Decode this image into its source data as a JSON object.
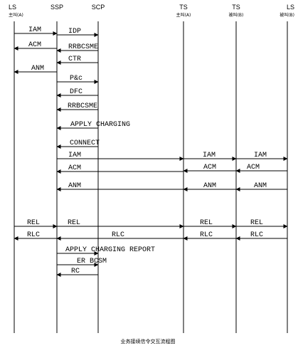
{
  "participants": [
    {
      "id": "ls1",
      "label": "LS",
      "sublabel": "主叫(A)"
    },
    {
      "id": "ssp",
      "label": "SSP",
      "sublabel": ""
    },
    {
      "id": "scp",
      "label": "SCP",
      "sublabel": ""
    },
    {
      "id": "ts1",
      "label": "TS",
      "sublabel": "主叫(A)"
    },
    {
      "id": "ts2",
      "label": "TS",
      "sublabel": "被叫(B)"
    },
    {
      "id": "ls2",
      "label": "LS",
      "sublabel": "被叫(B)"
    }
  ],
  "messages": [
    {
      "from": "ls1",
      "to": "ssp",
      "label": "IAM"
    },
    {
      "from": "ssp",
      "to": "scp",
      "label": "IDP"
    },
    {
      "from": "ssp",
      "to": "ls1",
      "label": "ACM"
    },
    {
      "from": "scp",
      "to": "ssp",
      "label": "RRBCSME"
    },
    {
      "from": "scp",
      "to": "ssp",
      "label": "CTR"
    },
    {
      "from": "ssp",
      "to": "ls1",
      "label": "ANM"
    },
    {
      "from": "ssp",
      "to": "scp",
      "label": "P&c"
    },
    {
      "from": "scp",
      "to": "ssp",
      "label": "DFC"
    },
    {
      "from": "scp",
      "to": "ssp",
      "label": "RRBCSME"
    },
    {
      "from": "scp",
      "to": "ssp",
      "label": "APPLY CHARGING"
    },
    {
      "from": "scp",
      "to": "ssp",
      "label": "CONNECT"
    },
    {
      "from": "ssp",
      "to": "ts1",
      "label": "IAM"
    },
    {
      "from": "ts1",
      "to": "ts2",
      "label": "IAM"
    },
    {
      "from": "ts2",
      "to": "ls2",
      "label": "IAM"
    },
    {
      "from": "ts1",
      "to": "ssp",
      "label": "ACM"
    },
    {
      "from": "ts2",
      "to": "ts1",
      "label": "ACM"
    },
    {
      "from": "ls2",
      "to": "ts2",
      "label": "ACM"
    },
    {
      "from": "ts1",
      "to": "ssp",
      "label": "ANM"
    },
    {
      "from": "ts2",
      "to": "ts1",
      "label": "ANM"
    },
    {
      "from": "ls2",
      "to": "ts2",
      "label": "ANM"
    },
    {
      "from": "ls1",
      "to": "ssp",
      "label": "REL"
    },
    {
      "from": "ssp",
      "to": "ts1",
      "label": "REL"
    },
    {
      "from": "ts1",
      "to": "ts2",
      "label": "REL"
    },
    {
      "from": "ts2",
      "to": "ls2",
      "label": "REL"
    },
    {
      "from": "ssp",
      "to": "ls1",
      "label": "RLC"
    },
    {
      "from": "ts1",
      "to": "ssp",
      "label": "RLC"
    },
    {
      "from": "ts2",
      "to": "ts1",
      "label": "RLC"
    },
    {
      "from": "ls2",
      "to": "ts2",
      "label": "RLC"
    },
    {
      "from": "ssp",
      "to": "scp",
      "label": "APPLY CHARGING REPORT"
    },
    {
      "from": "ssp",
      "to": "scp",
      "label": "ER BCSM"
    },
    {
      "from": "scp",
      "to": "ssp",
      "label": "RC"
    }
  ],
  "caption": "业务接续信令交互流程图"
}
